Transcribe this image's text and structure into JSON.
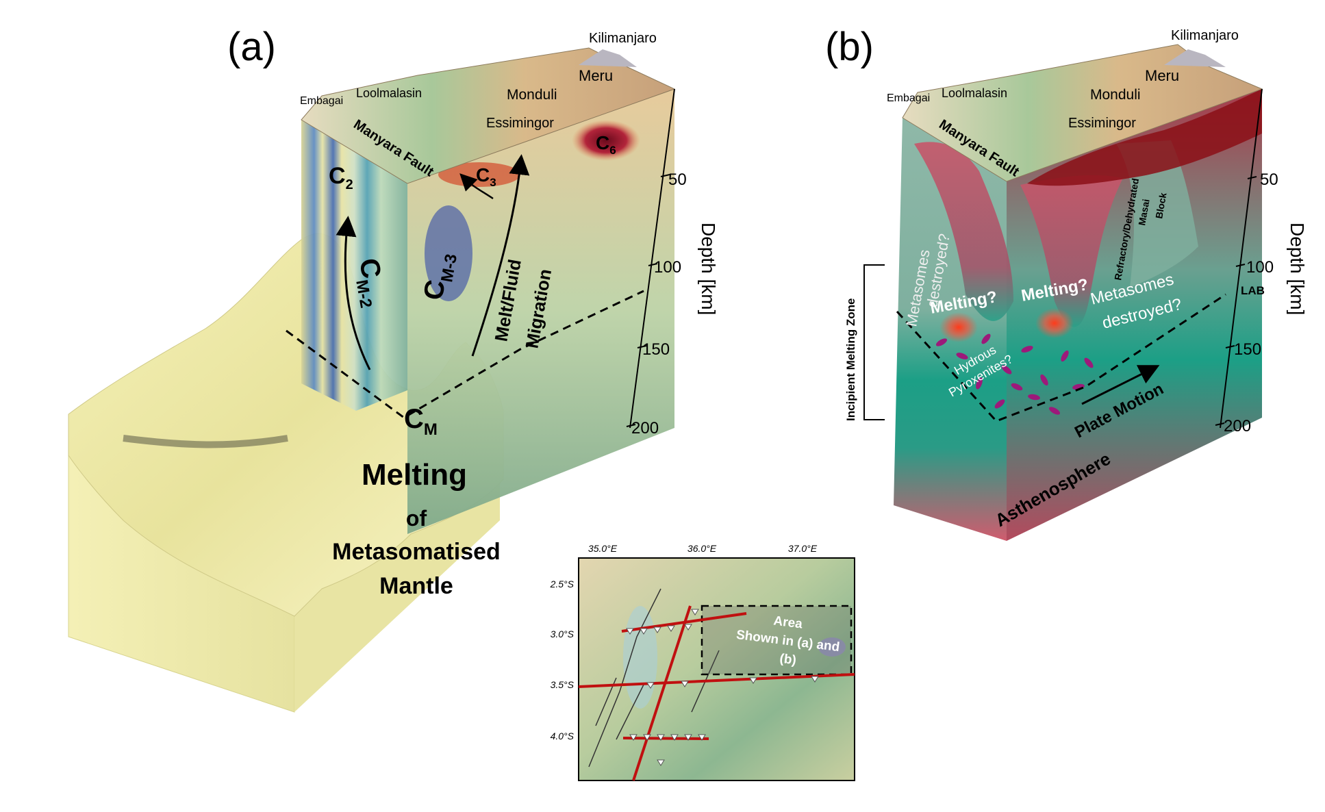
{
  "panel_a": {
    "letter": "(a)",
    "volcanoes": [
      "Kilimanjaro",
      "Meru",
      "Monduli",
      "Essimingor",
      "Loolmalasin",
      "Embagai"
    ],
    "fault": "Manyara Fault",
    "conductors": {
      "c2": {
        "main": "C",
        "sub": "2"
      },
      "c3": {
        "main": "C",
        "sub": "3"
      },
      "c6": {
        "main": "C",
        "sub": "6"
      },
      "cm2": {
        "main": "C",
        "sub": "M-2"
      },
      "cm3": {
        "main": "C",
        "sub": "M-3"
      },
      "cm": {
        "main": "C",
        "sub": "M"
      }
    },
    "migration_line1": "Melt/Fluid",
    "migration_line2": "Migration",
    "melting": "Melting",
    "of": "of",
    "metasomatised": "Metasomatised",
    "mantle": "Mantle",
    "depth_title": "Depth [km]",
    "depth_ticks": [
      "50",
      "100",
      "150",
      "200"
    ]
  },
  "panel_b": {
    "letter": "(b)",
    "volcanoes": [
      "Kilimanjaro",
      "Meru",
      "Monduli",
      "Essimingor",
      "Loolmalasin",
      "Embagai"
    ],
    "fault": "Manyara Fault",
    "metasomes_left_1": "Metasomes",
    "metasomes_left_2": "destroyed?",
    "melting_1": "Melting?",
    "melting_2": "Melting?",
    "metasomes_right_1": "Metasomes",
    "metasomes_right_2": "destroyed?",
    "hydrous_1": "Hydrous",
    "hydrous_2": "Pyroxenites?",
    "refractory_1": "Refractory/Dehydrated",
    "refractory_2": "Masai",
    "refractory_3": "Block",
    "incipient": "Incipient Melting Zone",
    "lab": "LAB",
    "plate_motion": "Plate Motion",
    "asthenosphere": "Asthenosphere",
    "depth_title": "Depth [km]",
    "depth_ticks": [
      "50",
      "100",
      "150",
      "200"
    ]
  },
  "inset": {
    "lon_ticks": [
      "35.0°E",
      "36.0°E",
      "37.0°E"
    ],
    "lat_ticks": [
      "2.5°S",
      "3.0°S",
      "3.5°S",
      "4.0°S"
    ],
    "area_1": "Area",
    "area_2": "Shown in (a) and",
    "area_3": "(b)"
  },
  "colors": {
    "conductor": "#8b0f16",
    "resistor": "#3f4f9a",
    "background_model": "#b9d6b0",
    "isosurface": "#f3efb2",
    "lithosphere": "#8fb8a8",
    "asthenosphere": "#c9566a",
    "lab_zone": "#1c9f86",
    "pyroxenite": "#9c1a7a",
    "profile_line": "#c01010"
  },
  "icons": [
    "station-triangle-icon",
    "arrow-icon",
    "dashed-line"
  ]
}
